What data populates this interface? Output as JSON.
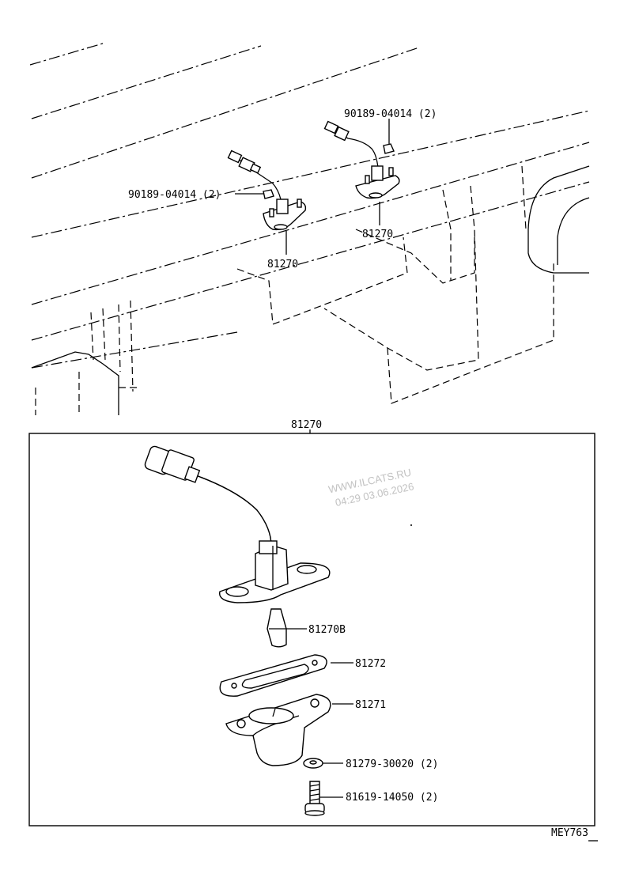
{
  "callouts": {
    "nut_top_right": "90189-04014 (2)",
    "nut_top_left": "90189-04014 (2)",
    "lamp_right": "81270",
    "lamp_left": "81270",
    "detail_box_title": "81270",
    "bulb": "81270B",
    "gasket": "81272",
    "lens": "81271",
    "washer": "81279-30020 (2)",
    "screw": "81619-14050 (2)"
  },
  "watermark": {
    "line1": "WWW.ILCATS.RU",
    "line2": "04:29 03.06.2026"
  },
  "diagram_code": "MEY763"
}
